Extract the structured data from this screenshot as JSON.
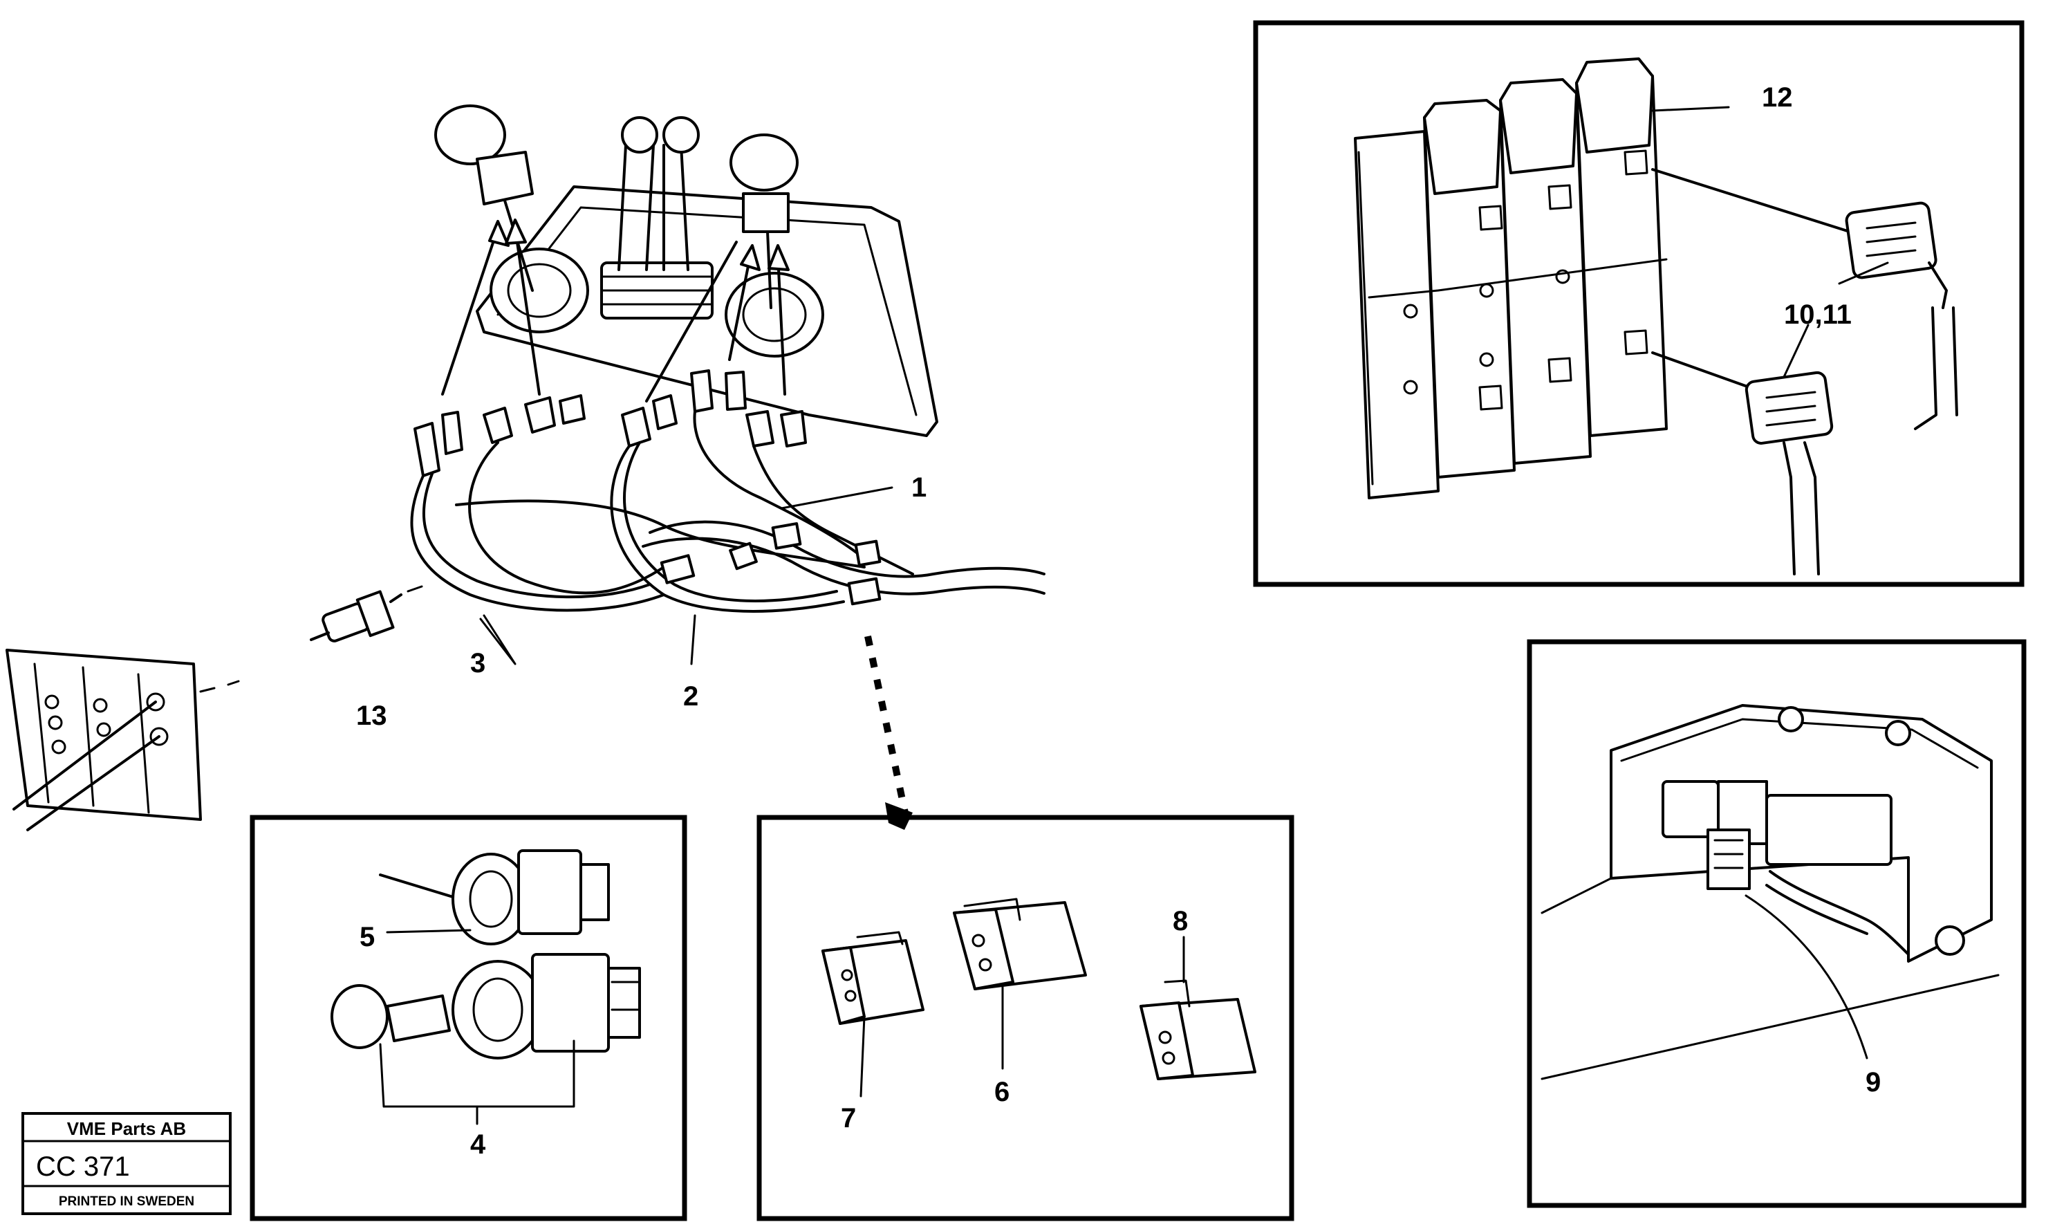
{
  "callouts": {
    "c1": "1",
    "c2": "2",
    "c3": "3",
    "c4": "4",
    "c5": "5",
    "c6": "6",
    "c7": "7",
    "c8": "8",
    "c9": "9",
    "c10_11": "10,11",
    "c12": "12",
    "c13": "13"
  },
  "stamp": {
    "company": "VME Parts AB",
    "code": "CC 371",
    "printed": "PRINTED IN SWEDEN"
  }
}
